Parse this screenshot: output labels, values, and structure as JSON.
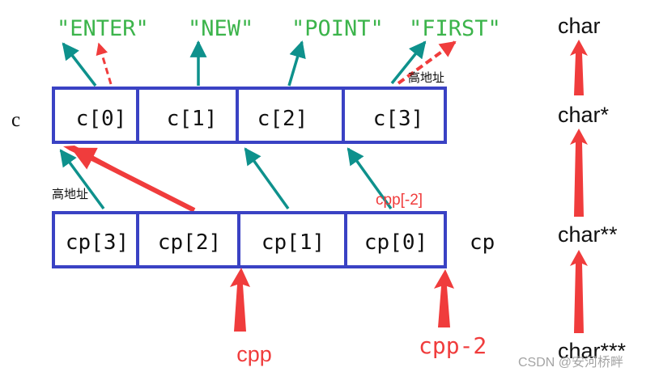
{
  "strings": [
    "\"ENTER\"",
    "\"NEW\"",
    "\"POINT\"",
    "\"FIRST\""
  ],
  "c_array": {
    "name": "c",
    "cells": [
      "c[0]",
      "c[1]",
      "c[2]",
      "c[3]"
    ],
    "high_address_label": "高地址"
  },
  "cp_array": {
    "name": "cp",
    "cells": [
      "cp[3]",
      "cp[2]",
      "cp[1]",
      "cp[0]"
    ],
    "high_address_label": "高地址"
  },
  "pointer_labels": {
    "cpp_minus_2_index": "cpp[-2]",
    "cpp": "cpp",
    "cpp_minus_2": "cpp-2"
  },
  "type_chain": [
    "char",
    "char*",
    "char**",
    "char***"
  ],
  "watermark": "CSDN @安河桥畔",
  "colors": {
    "string_green": "#3cb44b",
    "box_blue": "#3a42c4",
    "teal_arrow": "#0e918c",
    "red_arrow": "#f03c3c",
    "text_black": "#111111"
  }
}
